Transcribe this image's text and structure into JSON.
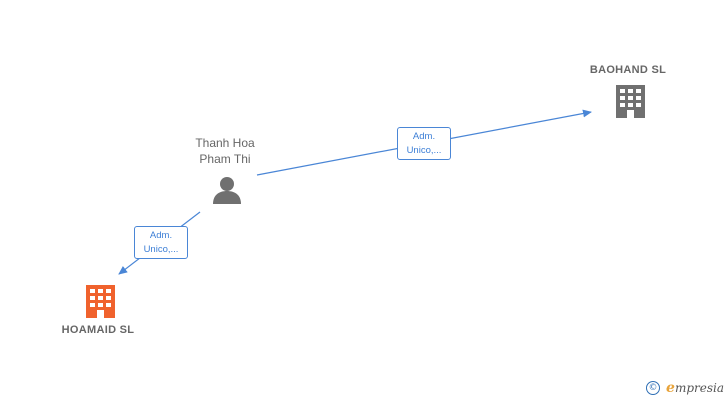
{
  "nodes": {
    "person": {
      "name_line1": "Thanh Hoa",
      "name_line2": "Pham Thi",
      "icon": "person-icon",
      "color": "#707070"
    },
    "company_main": {
      "name": "BAOHAND  SL",
      "icon": "building-icon",
      "color": "#707070"
    },
    "company_other": {
      "name": "HOAMAID  SL",
      "icon": "building-icon",
      "color": "#f0622d"
    }
  },
  "edges": [
    {
      "from": "person",
      "to": "company_main",
      "label_line1": "Adm.",
      "label_line2": "Unico,..."
    },
    {
      "from": "person",
      "to": "company_other",
      "label_line1": "Adm.",
      "label_line2": "Unico,..."
    }
  ],
  "edge_color": "#4a86d6",
  "footer": {
    "copyright_symbol": "©",
    "brand_initial": "e",
    "brand_rest": "mpresia"
  }
}
